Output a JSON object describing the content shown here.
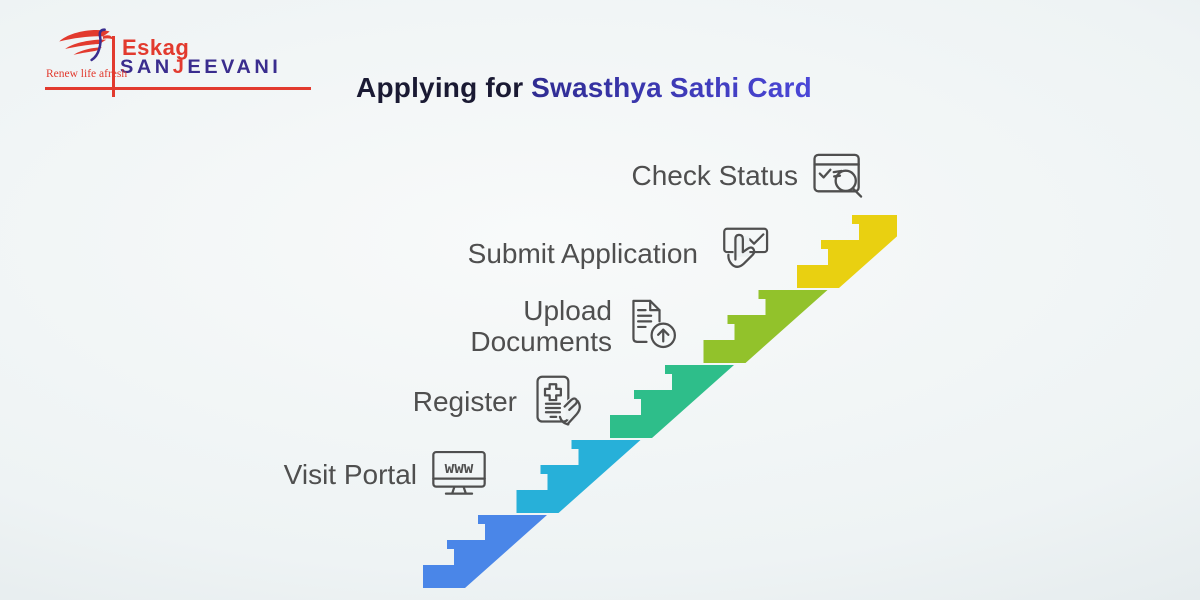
{
  "header": {
    "title_prefix": "Applying for",
    "title_highlight": "Swasthya Sathi Card",
    "title_prefix_color": "#1a1a33",
    "title_highlight_color_start": "#2f2c91",
    "title_highlight_color_end": "#4b47d8"
  },
  "logo": {
    "icon": "bird-swoosh-icon",
    "brand_line1": "Eskag",
    "brand_line2_pre": "SAN",
    "brand_line2_j": "J",
    "brand_line2_post": "EEVANI",
    "tagline": "Renew life afresh",
    "red": "#e23a2e",
    "purple": "#3a2d8e"
  },
  "steps": [
    {
      "id": "visit-portal",
      "lines": [
        "Visit Portal"
      ],
      "icon": "www-monitor-icon",
      "color": "#4a86e8"
    },
    {
      "id": "register",
      "lines": [
        "Register"
      ],
      "icon": "register-tablet-icon",
      "color": "#27b0d9"
    },
    {
      "id": "upload-documents",
      "lines": [
        "Upload",
        "Documents"
      ],
      "icon": "upload-document-icon",
      "color": "#2ebe8a"
    },
    {
      "id": "submit-application",
      "lines": [
        "Submit Application"
      ],
      "icon": "submit-click-hand-icon",
      "color": "#92c22b"
    },
    {
      "id": "check-status",
      "lines": [
        "Check Status"
      ],
      "icon": "check-status-search-icon",
      "color": "#e9d011"
    }
  ],
  "label_text_color": "#4f4f4f",
  "icon_stroke_color": "#4f4f4f"
}
